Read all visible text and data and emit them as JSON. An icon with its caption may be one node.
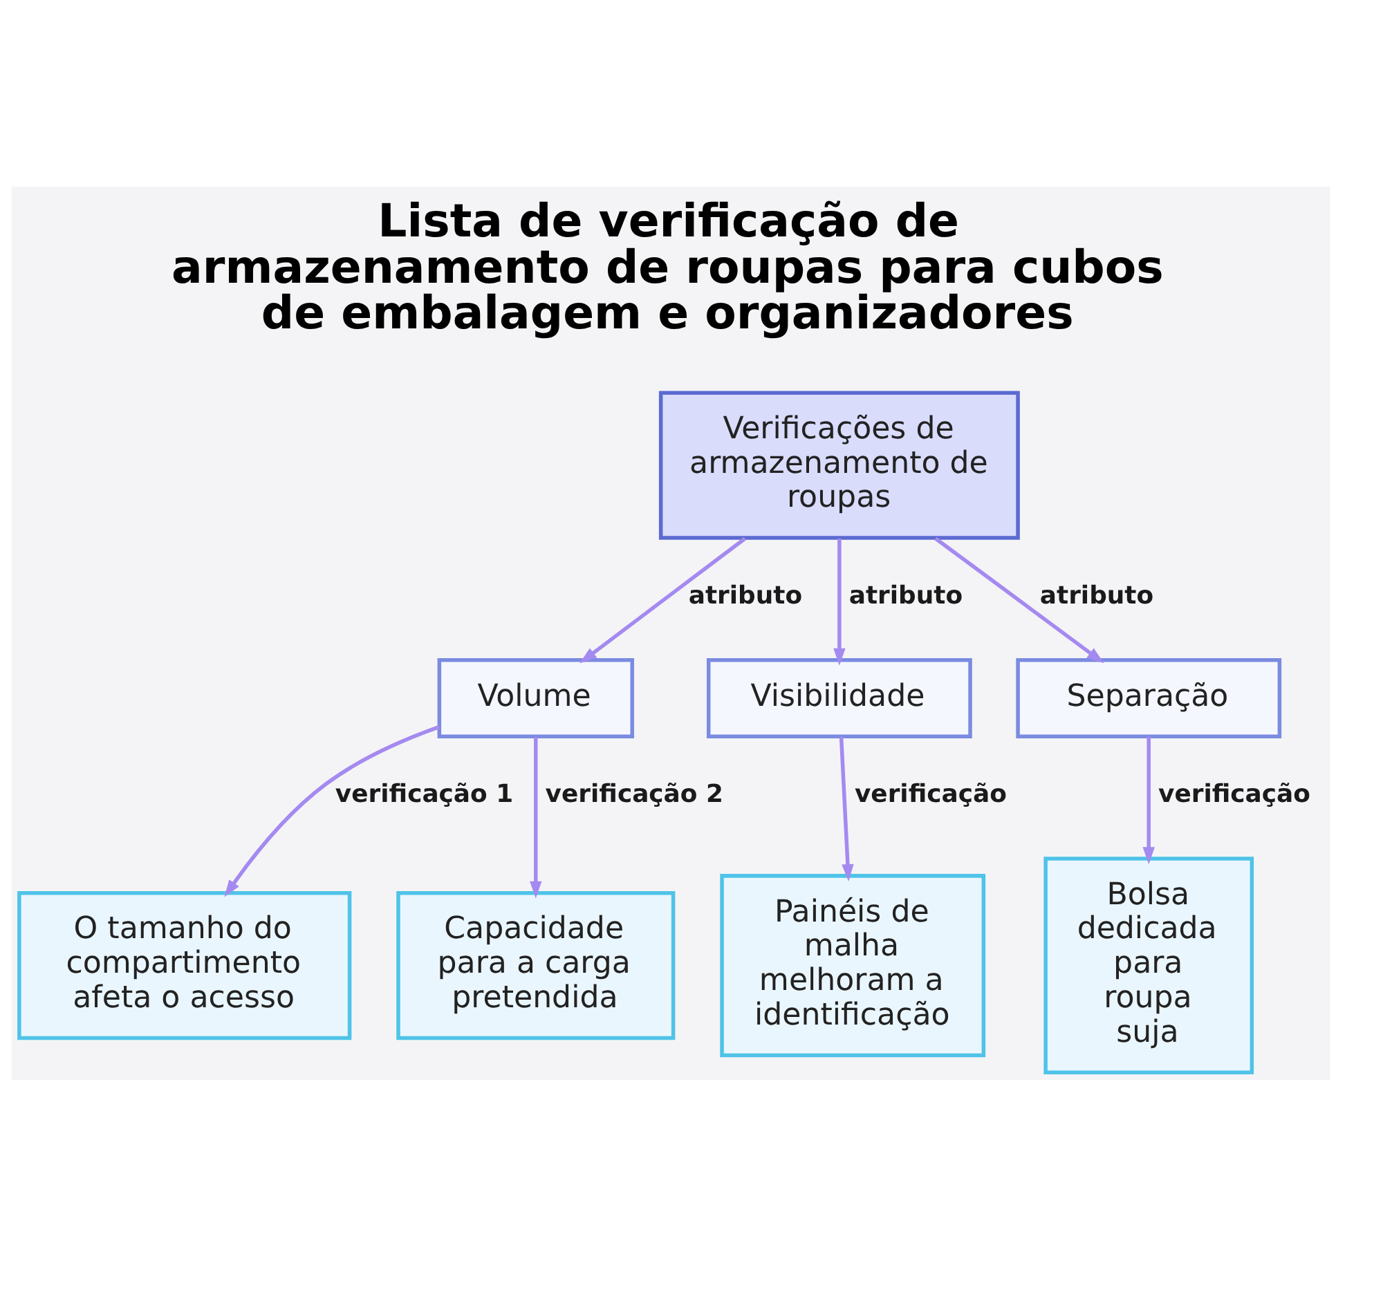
{
  "diagram": {
    "title": "Lista de verificação de armazenamento de roupas para cubos de embalagem e organizadores",
    "nodes": [
      {
        "text": [
          "Verificações de armazenamento de roupas"
        ]
      },
      {
        "text": [
          "Volume"
        ]
      },
      {
        "text": [
          "Visibilidade"
        ]
      },
      {
        "text": [
          "Separação"
        ]
      },
      {
        "text": [
          "O tamanho do compartimento afeta o acesso"
        ]
      },
      {
        "text": [
          "Capacidade para a carga pretendida"
        ]
      },
      {
        "text": [
          "Painéis de malha melhoram a identificação"
        ]
      },
      {
        "text": [
          "Bolsa dedicada para roupa suja"
        ]
      }
    ],
    "edges": [
      {
        "from": 0,
        "to": 1,
        "arrow": "to",
        "label": "atributo"
      },
      {
        "from": 0,
        "to": 2,
        "arrow": "to",
        "label": "atributo"
      },
      {
        "from": 0,
        "to": 3,
        "arrow": "to",
        "label": "atributo"
      },
      {
        "from": 1,
        "to": 4,
        "arrow": "to",
        "label": "verificação 1"
      },
      {
        "from": 1,
        "to": 5,
        "arrow": "to",
        "label": "verificação 2"
      },
      {
        "from": 2,
        "to": 6,
        "arrow": "to",
        "label": "verificação"
      },
      {
        "from": 3,
        "to": 7,
        "arrow": "to",
        "label": "verificação"
      }
    ]
  }
}
